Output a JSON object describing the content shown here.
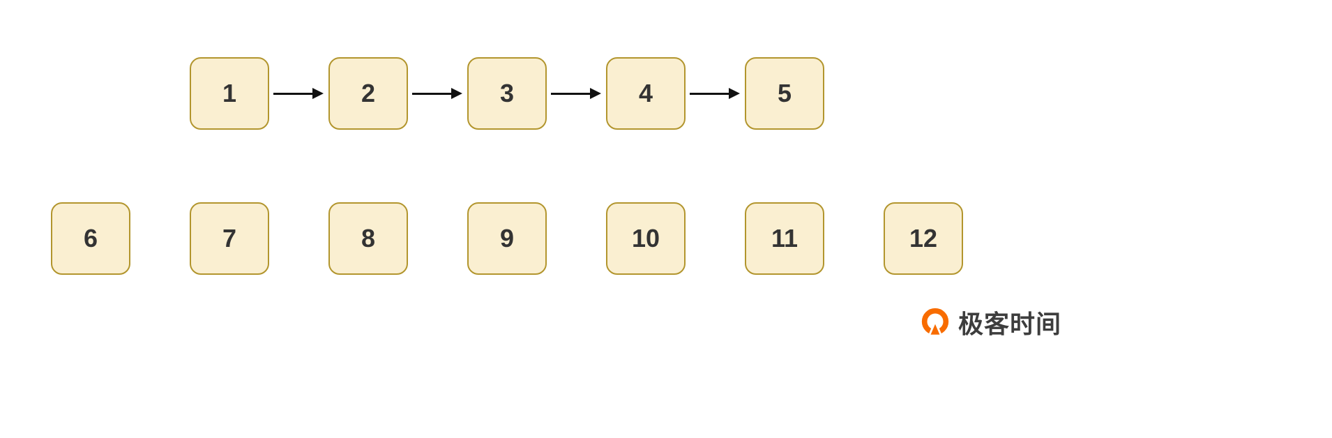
{
  "linked_nodes": [
    "1",
    "2",
    "3",
    "4",
    "5"
  ],
  "free_nodes": [
    "6",
    "7",
    "8",
    "9",
    "10",
    "11",
    "12"
  ],
  "logo": {
    "text": "极客时间"
  },
  "colors": {
    "background": "#FFFFFF",
    "node_fill": "#FAEFD1",
    "node_border": "#B2952D",
    "node_text": "#333333",
    "arrow": "#111111",
    "logo_accent": "#F86C00",
    "logo_text": "#3D3D3D"
  }
}
